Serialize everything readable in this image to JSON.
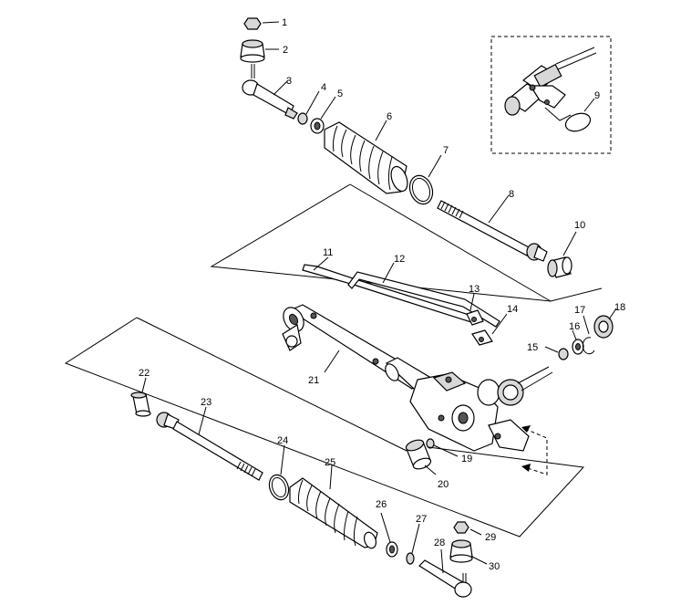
{
  "callouts": [
    {
      "id": "c1",
      "text": "1"
    },
    {
      "id": "c2",
      "text": "2"
    },
    {
      "id": "c3",
      "text": "3"
    },
    {
      "id": "c4",
      "text": "4"
    },
    {
      "id": "c5",
      "text": "5"
    },
    {
      "id": "c6",
      "text": "6"
    },
    {
      "id": "c7",
      "text": "7"
    },
    {
      "id": "c8",
      "text": "8"
    },
    {
      "id": "c9",
      "text": "9"
    },
    {
      "id": "c10",
      "text": "10"
    },
    {
      "id": "c11",
      "text": "11"
    },
    {
      "id": "c12",
      "text": "12"
    },
    {
      "id": "c13",
      "text": "13"
    },
    {
      "id": "c14",
      "text": "14"
    },
    {
      "id": "c15",
      "text": "15"
    },
    {
      "id": "c16",
      "text": "16"
    },
    {
      "id": "c17",
      "text": "17"
    },
    {
      "id": "c18",
      "text": "18"
    },
    {
      "id": "c19",
      "text": "19"
    },
    {
      "id": "c20",
      "text": "20"
    },
    {
      "id": "c21",
      "text": "21"
    },
    {
      "id": "c22",
      "text": "22"
    },
    {
      "id": "c23",
      "text": "23"
    },
    {
      "id": "c24",
      "text": "24"
    },
    {
      "id": "c25",
      "text": "25"
    },
    {
      "id": "c26",
      "text": "26"
    },
    {
      "id": "c27",
      "text": "27"
    },
    {
      "id": "c28",
      "text": "28"
    },
    {
      "id": "c29",
      "text": "29"
    },
    {
      "id": "c30",
      "text": "30"
    }
  ]
}
